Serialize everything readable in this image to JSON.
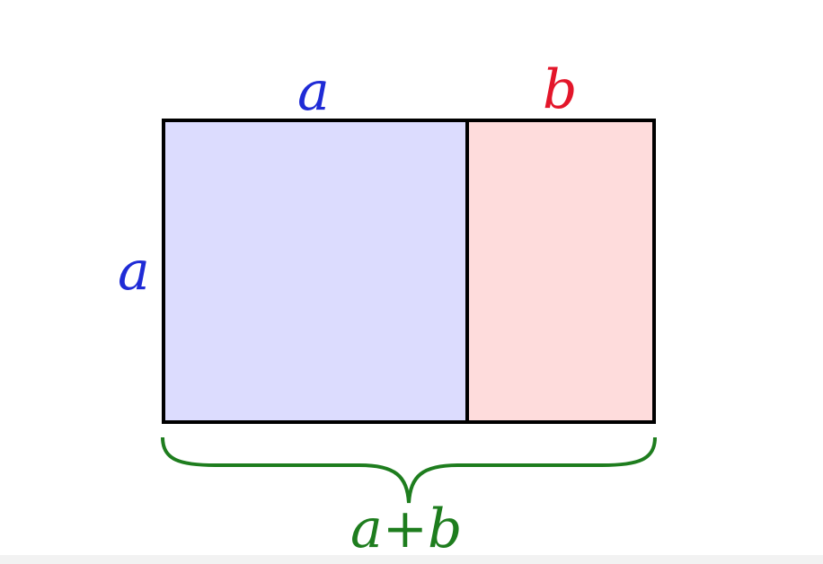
{
  "labels": {
    "top_a": "a",
    "top_b": "b",
    "side_a": "a",
    "sum": "a+b"
  },
  "colors": {
    "a_label": "#1f2bd6",
    "b_label": "#e3162a",
    "sum_label": "#1e7d1e",
    "square_fill": "#dcdcfe",
    "rect_fill": "#fedcdc",
    "stroke": "#000000",
    "brace": "#1e7d1e"
  },
  "figure": {
    "a_units": 1.618,
    "b_units": 1.0
  }
}
